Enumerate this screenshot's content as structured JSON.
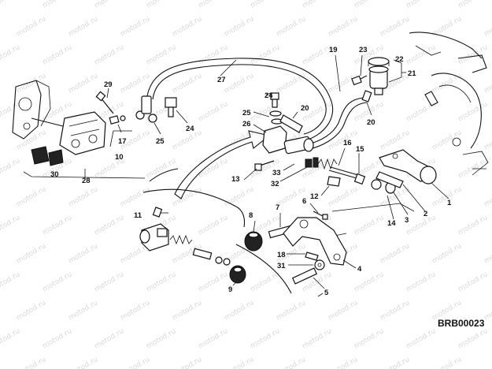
{
  "diagram_code": "BRB00023",
  "watermark_text": "motod.ru",
  "callouts": {
    "c1": "1",
    "c2": "2",
    "c3": "3",
    "c4": "4",
    "c5": "5",
    "c6": "6",
    "c7": "7",
    "c8": "8",
    "c9": "9",
    "c10": "10",
    "c11": "11",
    "c12": "12",
    "c13": "13",
    "c14": "14",
    "c15": "15",
    "c16": "16",
    "c17": "17",
    "c18": "18",
    "c19": "19",
    "c20a": "20",
    "c20b": "20",
    "c21": "21",
    "c22": "22",
    "c23": "23",
    "c24a": "24",
    "c24b": "24",
    "c25a": "25",
    "c25b": "25",
    "c26": "26",
    "c27": "27",
    "c28": "28",
    "c29": "29",
    "c30": "30",
    "c31": "31",
    "c32": "32",
    "c33": "33"
  }
}
